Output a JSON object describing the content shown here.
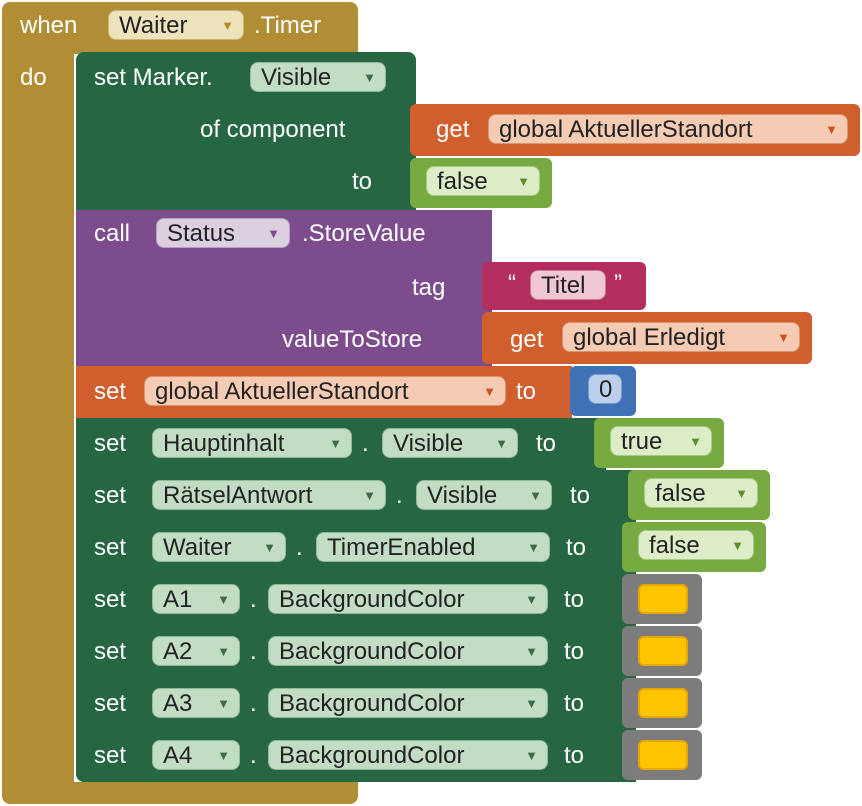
{
  "event": {
    "when": "when",
    "component": "Waiter",
    "event_name": ".Timer",
    "do": "do"
  },
  "marker": {
    "set": "set Marker.",
    "property": "Visible",
    "of_component": "of component",
    "get": "get",
    "variable": "global AktuellerStandort",
    "to": "to",
    "value": "false"
  },
  "store": {
    "call": "call",
    "component": "Status",
    "method": ".StoreValue",
    "tag_label": "tag",
    "quote_open": "“",
    "tag_value": "Titel",
    "quote_close": "”",
    "value_label": "valueToStore",
    "get": "get",
    "variable": "global Erledigt"
  },
  "setvar": {
    "set": "set",
    "variable": "global AktuellerStandort",
    "to": "to",
    "value": "0"
  },
  "rows": [
    {
      "set": "set",
      "component": "Hauptinhalt",
      "dot": ".",
      "property": "Visible",
      "to": "to",
      "value": "true"
    },
    {
      "set": "set",
      "component": "RätselAntwort",
      "dot": ".",
      "property": "Visible",
      "to": "to",
      "value": "false"
    },
    {
      "set": "set",
      "component": "Waiter",
      "dot": ".",
      "property": "TimerEnabled",
      "to": "to",
      "value": "false"
    },
    {
      "set": "set",
      "component": "A1",
      "dot": ".",
      "property": "BackgroundColor",
      "to": "to",
      "color": "#ffc400"
    },
    {
      "set": "set",
      "component": "A2",
      "dot": ".",
      "property": "BackgroundColor",
      "to": "to",
      "color": "#ffc400"
    },
    {
      "set": "set",
      "component": "A3",
      "dot": ".",
      "property": "BackgroundColor",
      "to": "to",
      "color": "#ffc400"
    },
    {
      "set": "set",
      "component": "A4",
      "dot": ".",
      "property": "BackgroundColor",
      "to": "to",
      "color": "#ffc400"
    }
  ],
  "icons": {
    "dropdown": "triangle-down-icon"
  },
  "colors": {
    "event": "#b18e35",
    "component_setter": "#266643",
    "method": "#7d4c8c",
    "variable": "#d05f2d",
    "logic": "#77ab41",
    "text": "#b32d5e",
    "math": "#3f71b5",
    "color_block": "#7c7c7c"
  }
}
